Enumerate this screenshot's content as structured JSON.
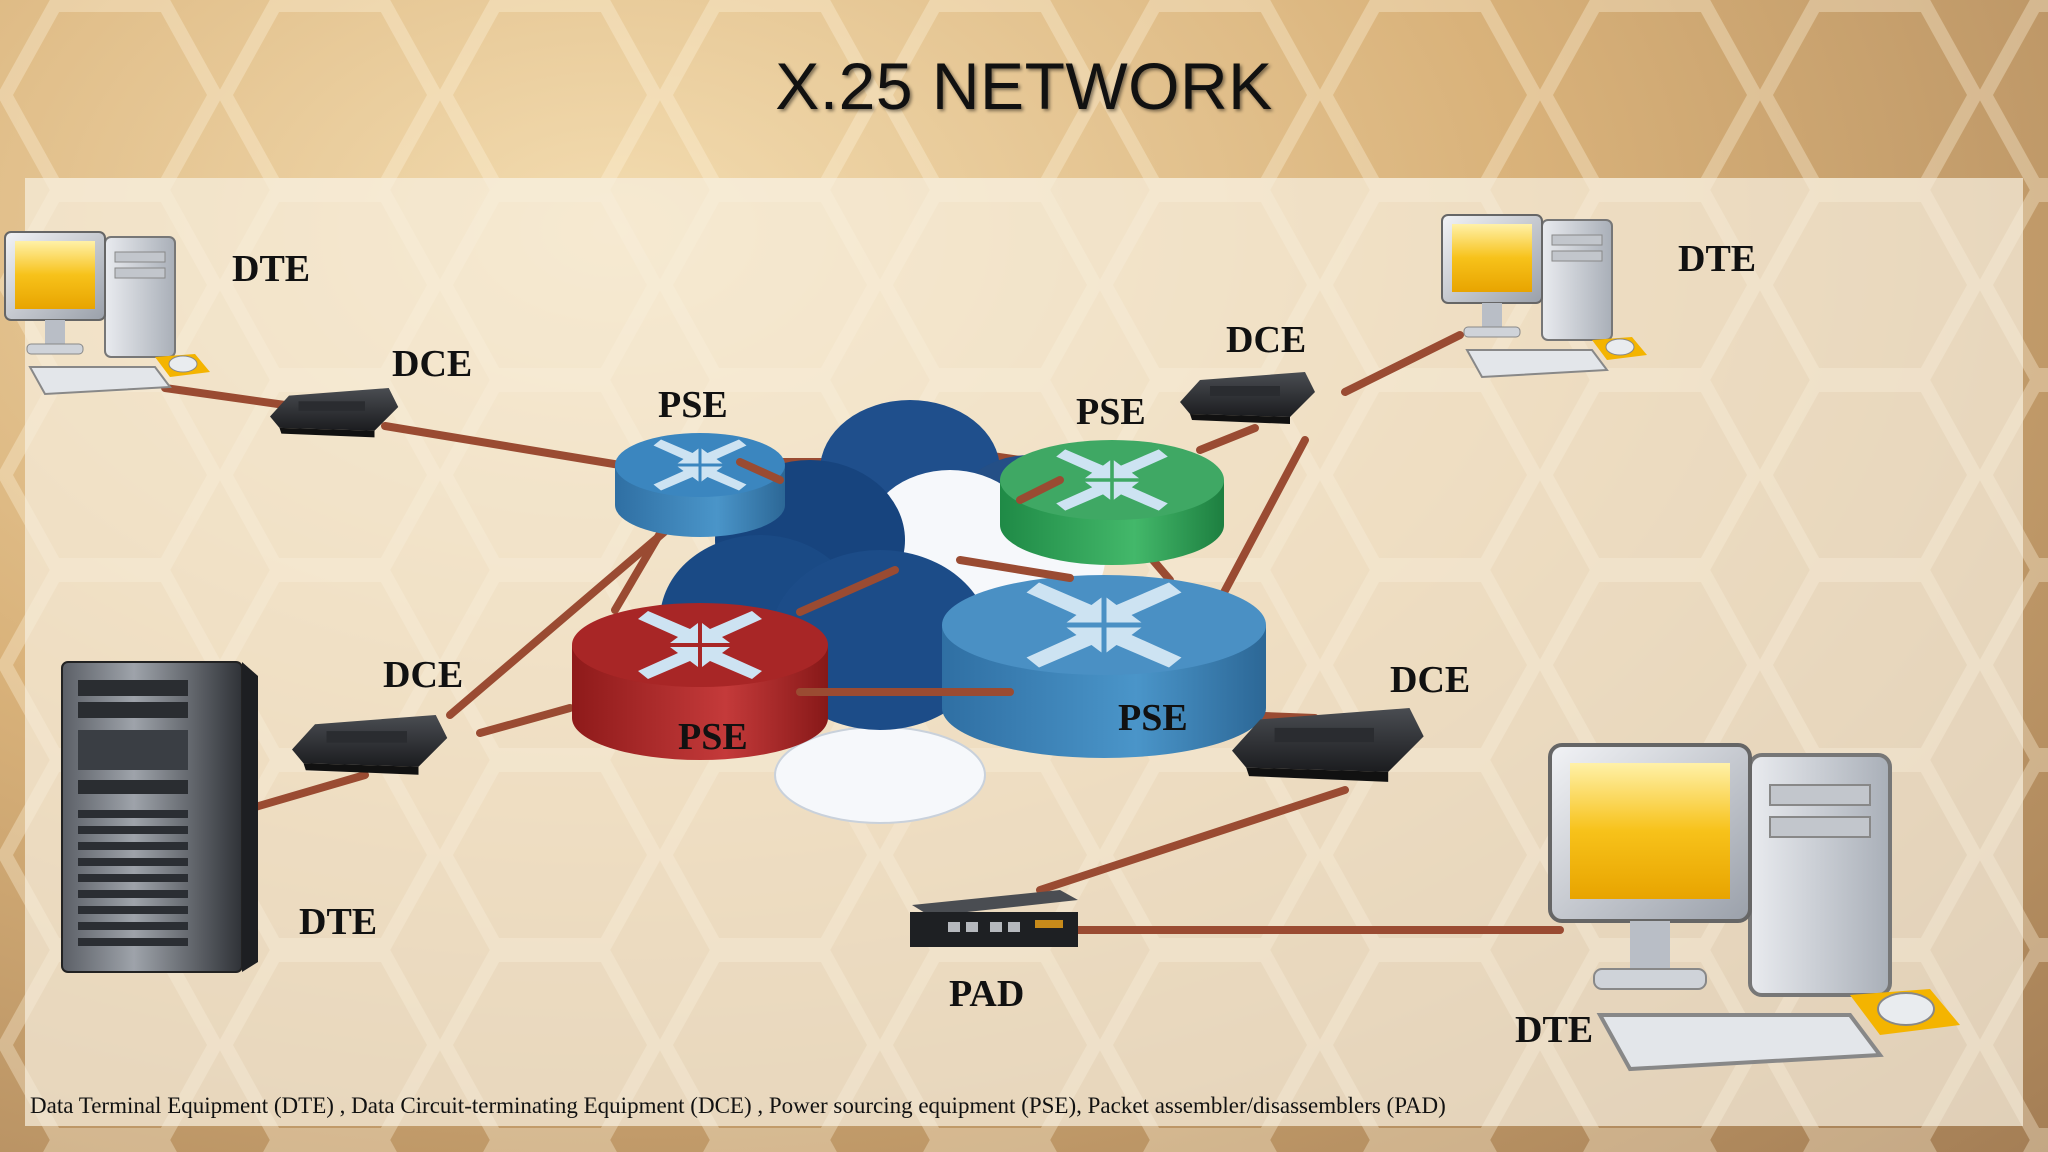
{
  "slide": {
    "title": "X.25 NETWORK",
    "footnote": "Data Terminal Equipment (DTE) , Data Circuit-terminating Equipment (DCE) , Power sourcing equipment (PSE), Packet assembler/disassemblers (PAD)"
  },
  "labels": {
    "dte_top_left": "DTE",
    "dce_top_left": "DCE",
    "pse_blue_small": "PSE",
    "pse_green": "PSE",
    "dce_top_right": "DCE",
    "dte_top_right": "DTE",
    "dce_mid_left": "DCE",
    "pse_red": "PSE",
    "pse_blue_large": "PSE",
    "dce_bottom_right": "DCE",
    "dte_server": "DTE",
    "pad": "PAD",
    "dte_bottom_right": "DTE"
  },
  "icons": [
    "desktop-computer-icon",
    "modem-icon",
    "router-icon",
    "network-cloud-icon",
    "tower-server-icon",
    "pad-device-icon"
  ],
  "colors": {
    "link": "#9a4b32",
    "router_blue": "#3d84b8",
    "router_green": "#3aa85c",
    "router_red": "#a82626",
    "cloud": "#1f4f8c",
    "monitor_screen": "#f7c21a"
  }
}
